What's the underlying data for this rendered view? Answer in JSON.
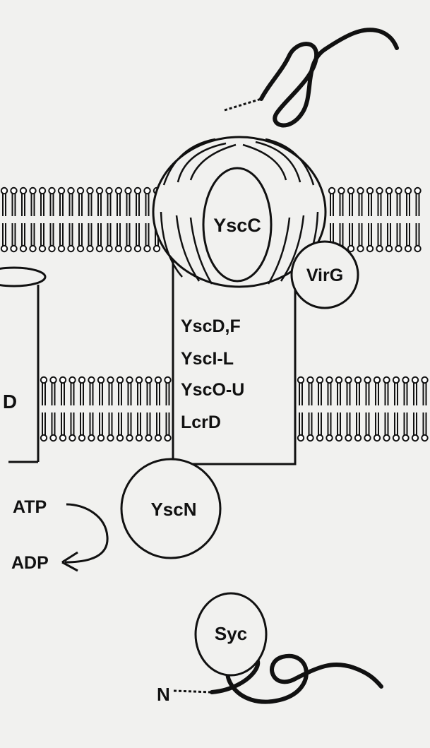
{
  "labels": {
    "ysc_c": "YscC",
    "vir_g": "VirG",
    "ysc_d_f": "YscD,F",
    "ysc_i_l": "YscI-L",
    "ysc_o_u": "YscO-U",
    "lcr_d": "LcrD",
    "ysc_n": "YscN",
    "atp": "ATP",
    "adp": "ADP",
    "syc": "Syc",
    "n_terminus": "N",
    "partial_left": "D"
  },
  "colors": {
    "background": "#f1f1ef",
    "ink": "#111111"
  }
}
